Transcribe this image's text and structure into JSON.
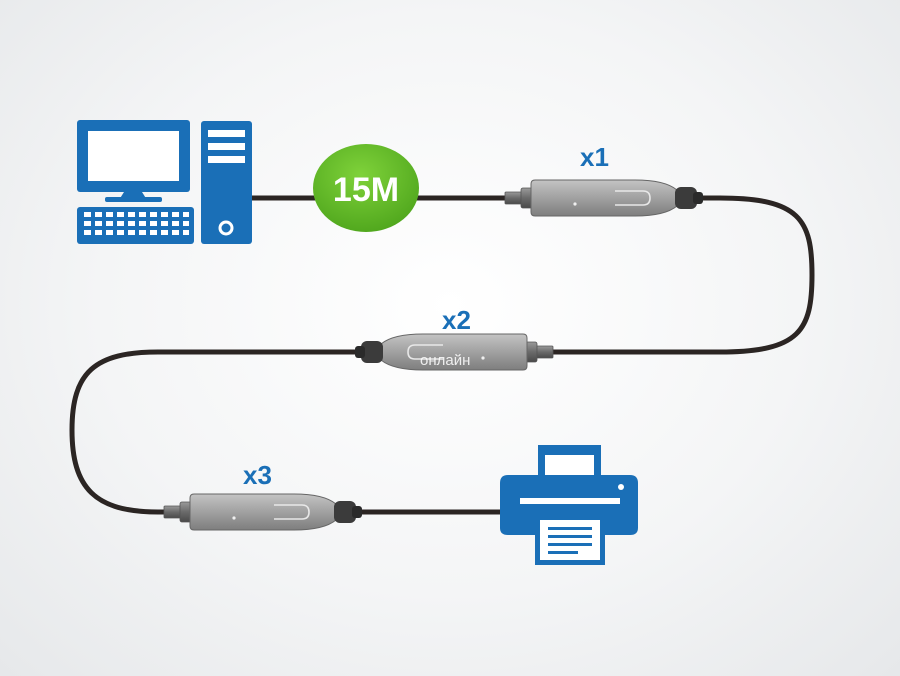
{
  "diagram": {
    "cable_length": "15M",
    "extenders": [
      {
        "label": "x1"
      },
      {
        "label": "x2"
      },
      {
        "label": "x3"
      }
    ],
    "devices": {
      "source": "computer-icon",
      "destination": "printer-icon"
    },
    "watermark": "онлайн",
    "colors": {
      "device_blue": "#1a6fb7",
      "badge_green": "#5ab524",
      "cable": "#2b2523",
      "extender_gray": "#9a9a9a"
    }
  }
}
